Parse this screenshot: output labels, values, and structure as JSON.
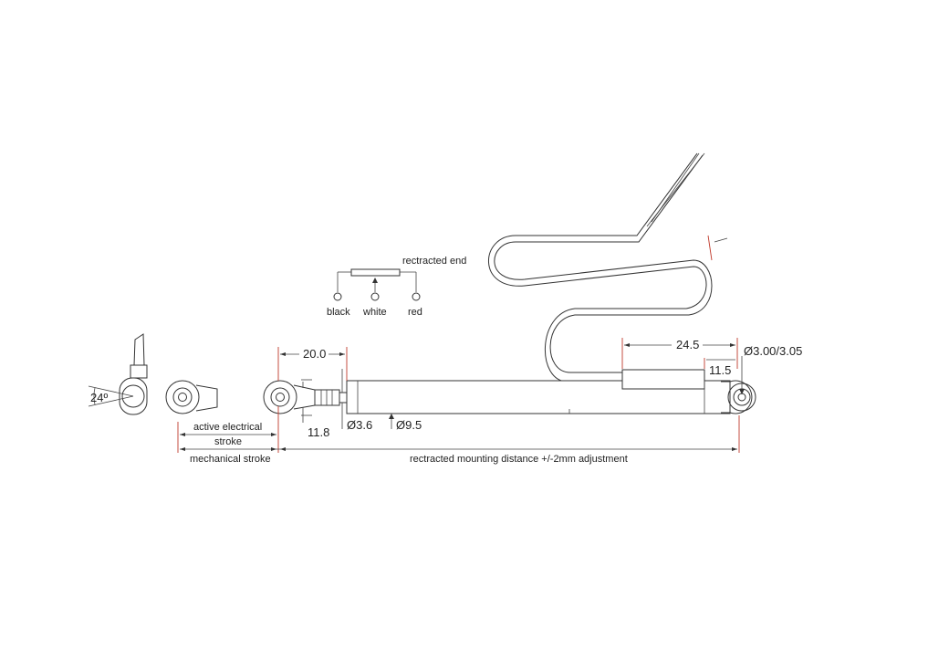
{
  "colors": {
    "line": "#333333",
    "dimension_ext": "#c0392b",
    "background": "#ffffff"
  },
  "wiring": {
    "title": "rectracted end",
    "terminals": [
      "black",
      "white",
      "red"
    ]
  },
  "dimensions": {
    "eye_to_shaft": "20.0",
    "eye_thickness": "11.8",
    "shaft_dia": "Ø3.6",
    "body_dia": "Ø9.5",
    "housing_len": "24.5",
    "end_offset": "11.5",
    "hole_dia": "Ø3.00/3.05",
    "angle": "24º"
  },
  "labels": {
    "active_stroke_line1": "active electrical",
    "active_stroke_line2": "stroke",
    "mech_stroke": "mechanical stroke",
    "mount_distance": "rectracted mounting distance +/-2mm adjustment"
  }
}
